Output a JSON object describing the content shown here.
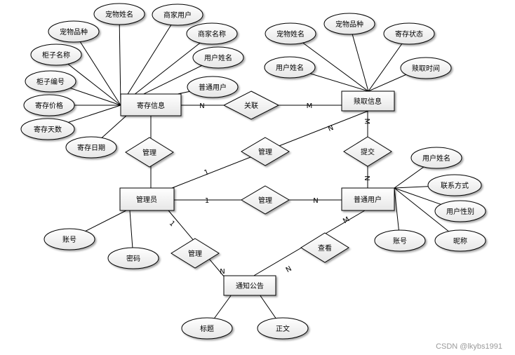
{
  "diagram": {
    "entities": {
      "storage": "寄存信息",
      "redeem": "赎取信息",
      "admin": "管理员",
      "user": "普通用户",
      "notice": "通知公告"
    },
    "relations": {
      "link": "关联",
      "manage_storage": "管理",
      "manage_redeem": "管理",
      "manage_user": "管理",
      "submit": "提交",
      "manage_notice": "管理",
      "view": "查看"
    },
    "attributes": {
      "storage": [
        "宠物品种",
        "宠物姓名",
        "商家用户",
        "商家名称",
        "柜子名称",
        "用户姓名",
        "柜子编号",
        "普通用户",
        "寄存价格",
        "寄存天数",
        "寄存日期"
      ],
      "redeem": [
        "宠物姓名",
        "宠物品种",
        "寄存状态",
        "用户姓名",
        "赎取时间"
      ],
      "user": [
        "用户姓名",
        "联系方式",
        "用户性别",
        "账号",
        "昵称"
      ],
      "admin": [
        "账号",
        "密码"
      ],
      "notice": [
        "标题",
        "正文"
      ]
    },
    "cardinalities": {
      "storage_link": "N",
      "redeem_link": "M",
      "redeem_manage": "N",
      "admin_manage_redeem": "1",
      "redeem_submit": "M",
      "user_submit": "N",
      "admin_manage_user": "1",
      "user_manage": "N",
      "admin_manage_notice": "1",
      "notice_manage": "N",
      "user_view": "M",
      "notice_view": "N"
    }
  },
  "watermark": "CSDN @lkybs1991"
}
